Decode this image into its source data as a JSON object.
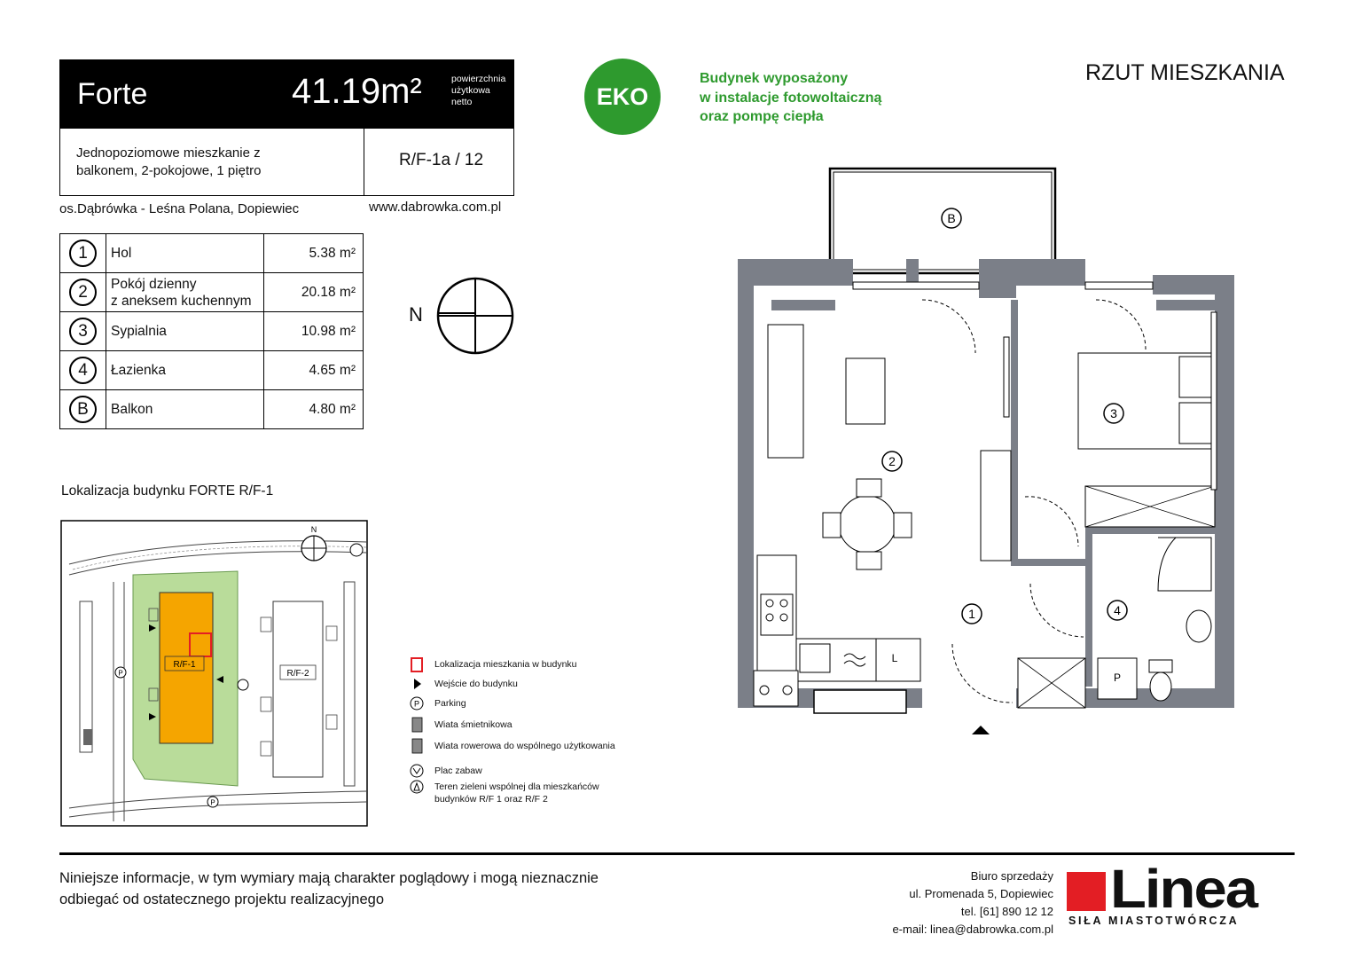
{
  "header": {
    "model_name": "Forte",
    "area_value": "41.19m²",
    "area_label_1": "powierzchnia",
    "area_label_2": "użytkowa",
    "area_label_3": "netto",
    "description_line1": "Jednopoziomowe mieszkanie z",
    "description_line2": "balkonem, 2-pokojowe, 1 piętro",
    "apartment_code": "R/F-1a / 12",
    "location": "os.Dąbrówka - Leśna Polana, Dopiewiec",
    "website": "www.dabrowka.com.pl"
  },
  "rooms": [
    {
      "num": "1",
      "name_line1": "Hol",
      "name_line2": "",
      "size": "5.38 m²"
    },
    {
      "num": "2",
      "name_line1": "Pokój dzienny",
      "name_line2": "z aneksem kuchennym",
      "size": "20.18 m²"
    },
    {
      "num": "3",
      "name_line1": "Sypialnia",
      "name_line2": "",
      "size": "10.98 m²"
    },
    {
      "num": "4",
      "name_line1": "Łazienka",
      "name_line2": "",
      "size": "4.65 m²"
    },
    {
      "num": "B",
      "name_line1": "Balkon",
      "name_line2": "",
      "size": "4.80 m²"
    }
  ],
  "eko": {
    "badge": "EKO",
    "line1": "Budynek wyposażony",
    "line2": "w instalacje fotowoltaiczną",
    "line3": "oraz pompę ciepła",
    "color": "#2e9a2e"
  },
  "plan": {
    "title": "RZUT MIESZKANIA",
    "compass_label": "N",
    "room_markers": [
      "1",
      "2",
      "3",
      "4",
      "B"
    ],
    "fixture_labels": {
      "fridge": "L",
      "washer": "P"
    }
  },
  "location_map": {
    "title": "Lokalizacja budynku  FORTE  R/F-1",
    "building_1": "R/F-1",
    "building_2": "R/F-2",
    "north": "N",
    "parking": "P",
    "building_color": "#f5a500",
    "green_color": "#b9dc9a"
  },
  "legend": [
    {
      "icon": "red-square-icon",
      "label": "Lokalizacja mieszkania w budynku"
    },
    {
      "icon": "entrance-arrow-icon",
      "label": "Wejście do budynku"
    },
    {
      "icon": "parking-icon",
      "label": "Parking"
    },
    {
      "icon": "trash-shelter-icon",
      "label": "Wiata śmietnikowa"
    },
    {
      "icon": "bike-shelter-icon",
      "label": "Wiata rowerowa do wspólnego użytkowania"
    },
    {
      "icon": "playground-icon",
      "label": "Plac zabaw"
    },
    {
      "icon": "green-area-icon",
      "label": "Teren zieleni wspólnej dla mieszkańców",
      "label2": "budynków R/F 1 oraz R/F 2"
    }
  ],
  "footer": {
    "disclaimer_line1": "Niniejsze informacje, w tym wymiary mają charakter poglądowy i mogą nieznacznie",
    "disclaimer_line2": "odbiegać od ostatecznego projektu realizacyjnego",
    "office_title": "Biuro sprzedaży",
    "office_address": "ul. Promenada 5, Dopiewiec",
    "office_phone": "tel. [61] 890 12 12",
    "office_email": "e-mail: linea@dabrowka.com.pl",
    "logo_text": "Linea",
    "logo_tagline": "SIŁA MIASTOTWÓRCZA",
    "logo_color": "#e31e24"
  }
}
